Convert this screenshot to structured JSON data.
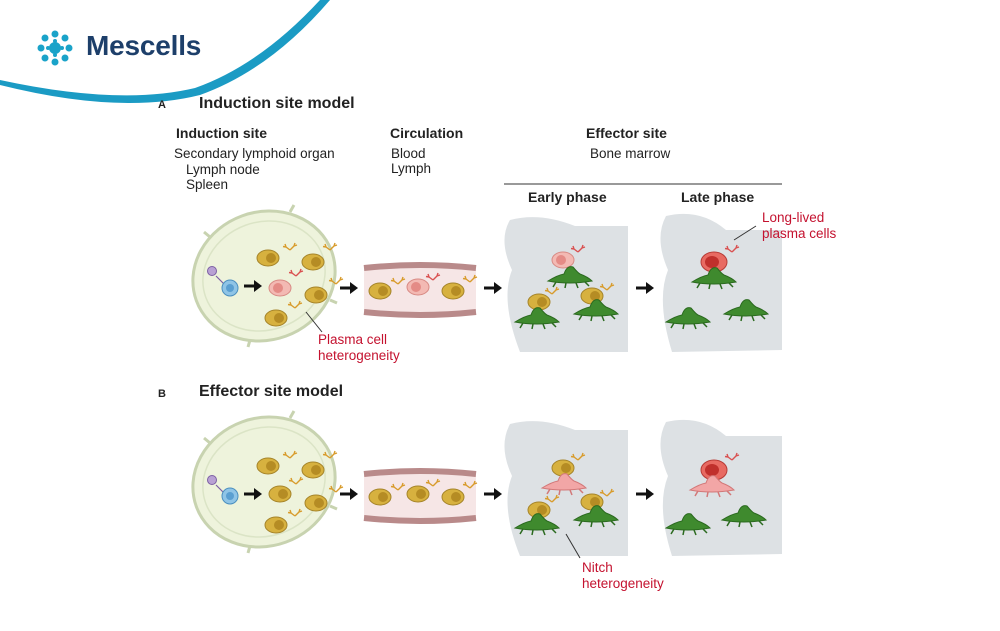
{
  "brand": {
    "name": "Mescells",
    "color": "#1d3f6a",
    "accent": "#1aa3c9"
  },
  "panel_a": {
    "letter": "A",
    "title": "Induction site model",
    "induction": {
      "heading": "Induction site",
      "line1": "Secondary lymphoid organ",
      "line2": "Lymph node",
      "line3": "Spleen"
    },
    "circulation": {
      "heading": "Circulation",
      "line1": "Blood",
      "line2": "Lymph"
    },
    "effector": {
      "heading": "Effector site",
      "line1": "Bone marrow"
    },
    "early_phase": "Early phase",
    "late_phase": "Late phase",
    "callout_plasma": {
      "line1": "Plasma cell",
      "line2": "heterogeneity"
    },
    "callout_longlived": {
      "line1": "Long-lived",
      "line2": "plasma cells"
    }
  },
  "panel_b": {
    "letter": "B",
    "title": "Effector site model",
    "callout_nitch": {
      "line1": "Nitch",
      "line2": "heterogeneity"
    }
  },
  "colors": {
    "plasma_red": "#d94a4a",
    "b_cell_blue": "#5aa8d8",
    "stromal_green": "#3f8a2e",
    "tan_cell": "#d8b24a",
    "marrow_gray": "#dde1e4",
    "node_green": "#eef3dc",
    "vessel_pink": "#e7bdbd",
    "label_red": "#c4122f"
  }
}
